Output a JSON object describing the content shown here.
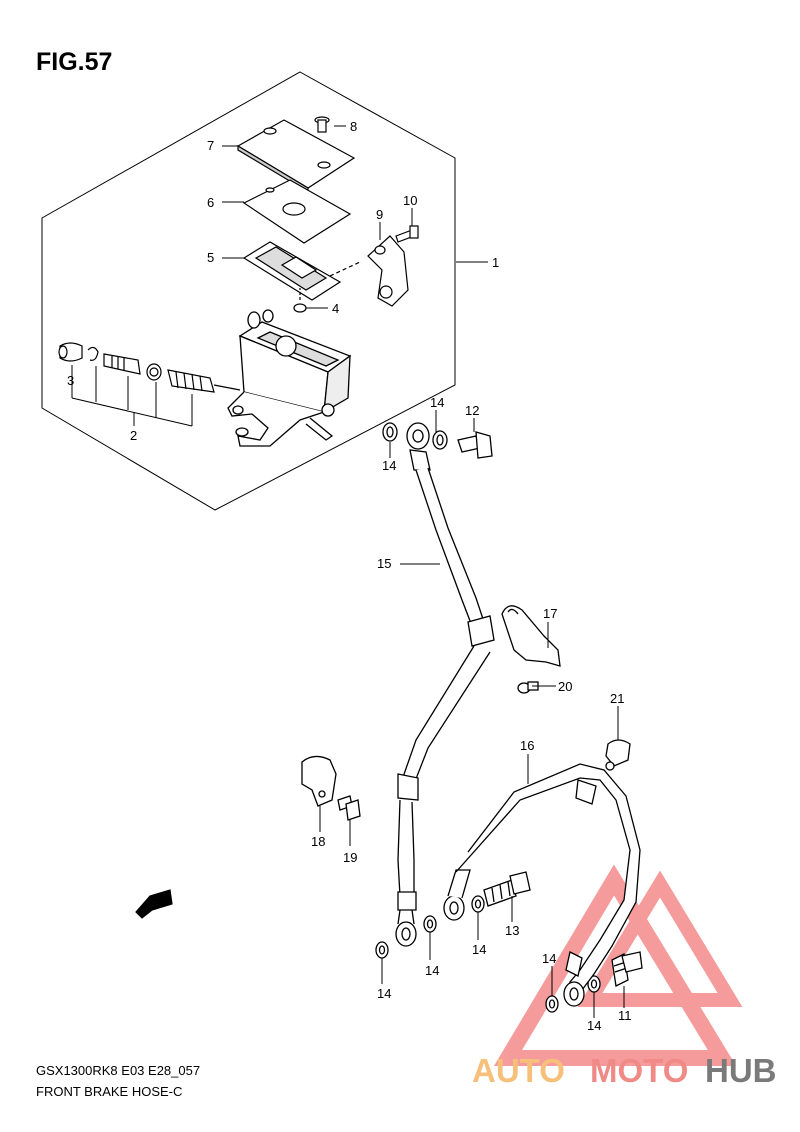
{
  "figure": {
    "title": "FIG.57",
    "model_code": "GSX1300RK8 E03 E28_057",
    "section_name": "FRONT BRAKE HOSE-C"
  },
  "callouts": {
    "c1": "1",
    "c2": "2",
    "c3": "3",
    "c4": "4",
    "c5": "5",
    "c6": "6",
    "c7": "7",
    "c8": "8",
    "c9": "9",
    "c10": "10",
    "c11": "11",
    "c12": "12",
    "c13": "13",
    "c14a": "14",
    "c14b": "14",
    "c14c": "14",
    "c14d": "14",
    "c14e": "14",
    "c14f": "14",
    "c14g": "14",
    "c15": "15",
    "c16": "16",
    "c17": "17",
    "c18": "18",
    "c19": "19",
    "c20": "20",
    "c21": "21"
  },
  "fwd_label": "FWD",
  "watermark": {
    "part1": "AUTO",
    "part2": "MOTO",
    "part3": "HUB",
    "colors": {
      "auto": "#f6c07a",
      "moto": "#f08a86",
      "hub": "#7a7a7a",
      "triangle": "#ef4b4b"
    }
  }
}
